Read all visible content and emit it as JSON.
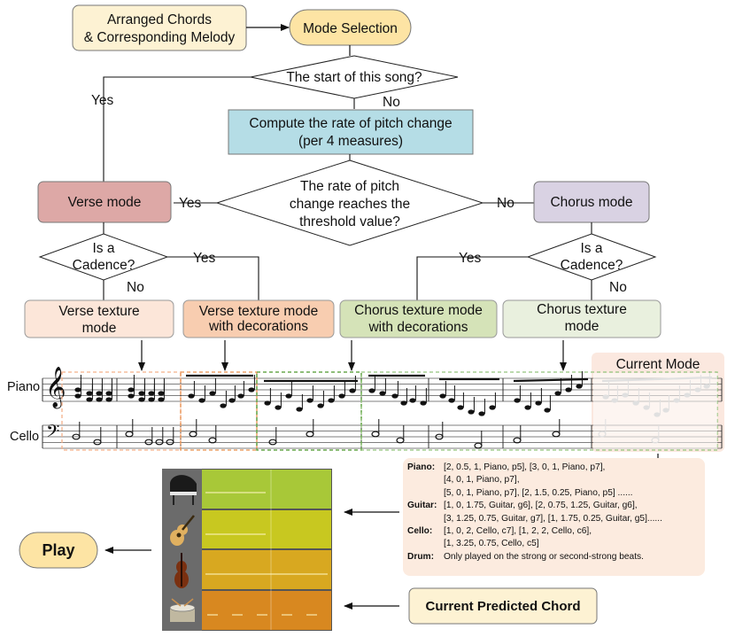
{
  "nodes": {
    "arranged_chords": [
      "Arranged Chords",
      "& Corresponding Melody"
    ],
    "mode_selection": "Mode Selection",
    "start_question": "The start of this song?",
    "compute_rate": [
      "Compute the rate of pitch change",
      "(per 4 measures)"
    ],
    "threshold_question": [
      "The rate of pitch",
      "change reaches the",
      "threshold value?"
    ],
    "verse_mode": "Verse mode",
    "chorus_mode": "Chorus mode",
    "cadence_left": [
      "Is a",
      "Cadence?"
    ],
    "cadence_right": [
      "Is a",
      "Cadence?"
    ],
    "verse_texture": [
      "Verse texture",
      "mode"
    ],
    "verse_texture_dec": [
      "Verse texture mode",
      "with decorations"
    ],
    "chorus_texture_dec": [
      "Chorus texture mode",
      "with decorations"
    ],
    "chorus_texture": [
      "Chorus texture",
      "mode"
    ],
    "current_mode": "Current Mode",
    "play": "Play",
    "current_predicted_chord": "Current Predicted Chord"
  },
  "edges": {
    "yes_left": "Yes",
    "no_center": "No",
    "yes_verse": "Yes",
    "no_chorus": "No",
    "yes_cad_left": "Yes",
    "no_cad_left": "No",
    "yes_cad_right": "Yes",
    "no_cad_right": "No"
  },
  "staff": {
    "piano_label": "Piano",
    "cello_label": "Cello"
  },
  "details": [
    {
      "key": "Piano:",
      "lines": [
        "[2, 0.5, 1, Piano, p5],  [3, 0, 1, Piano, p7],",
        "[4, 0, 1, Piano, p7],",
        "[5, 0, 1, Piano, p7], [2, 1.5, 0.25, Piano, p5] ......"
      ]
    },
    {
      "key": "Guitar:",
      "lines": [
        "[1, 0, 1.75, Guitar, g6], [2, 0.75, 1.25, Guitar, g6],",
        "[3, 1.25, 0.75, Guitar, g7], [1, 1.75, 0.25, Guitar, g5]......"
      ]
    },
    {
      "key": "Cello:",
      "lines": [
        "[1, 0, 2, Cello, c7], [1, 2, 2, Cello, c6],",
        "[1, 3.25, 0.75, Cello, c5]"
      ]
    },
    {
      "key": "Drum:",
      "lines": [
        "Only played on the strong or second-strong beats."
      ]
    }
  ],
  "colors": {
    "arranged_fill": "#fdf2d3",
    "mode_sel_fill": "#fde4a4",
    "compute_fill": "#b5dde6",
    "verse_fill": "#dda8a6",
    "chorus_fill": "#d9d2e3",
    "verse_tex_fill": "#fce6d9",
    "verse_dec_fill": "#f8cdb0",
    "chorus_dec_fill": "#d5e3b8",
    "chorus_tex_fill": "#e9f0de",
    "detail_panel": "#fcebdf",
    "play_fill": "#fde4a4",
    "daw_track_colors": [
      "#a8c838",
      "#c8c820",
      "#d8a820",
      "#d88820"
    ]
  },
  "icons": [
    "grand-piano-icon",
    "acoustic-guitar-icon",
    "cello-icon",
    "snare-drum-icon"
  ]
}
